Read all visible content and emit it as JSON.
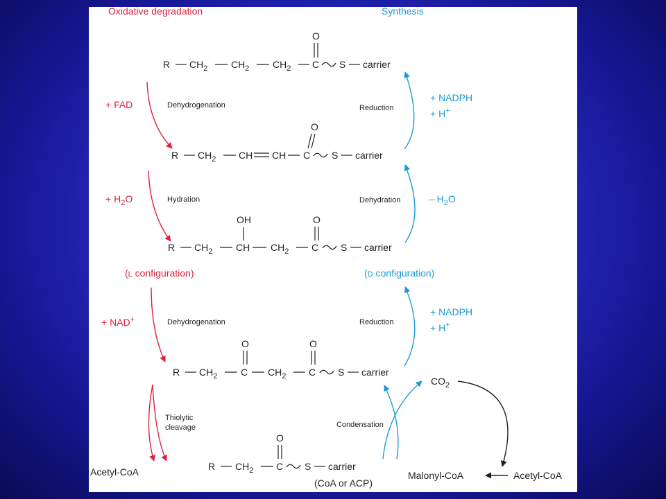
{
  "headers": {
    "oxidative": "Oxidative degradation",
    "synthesis": "Synthesis"
  },
  "colors": {
    "degradation": "#e0203c",
    "synthesis": "#1a9ad6",
    "neutral": "#231f20",
    "slide_background": "#2a2bc8",
    "panel": "#ffffff"
  },
  "atoms": {
    "R": "R",
    "CH": "CH",
    "C": "C",
    "O": "O",
    "S": "S",
    "OH": "OH",
    "carrier": "carrier",
    "sub2": "2"
  },
  "compounds": {
    "carrier_note": "(CoA or ACP)"
  },
  "configurations": {
    "left": {
      "open": "(",
      "small_cap": "L",
      "rest": " configuration)"
    },
    "right": {
      "open": "(",
      "small_cap": "D",
      "rest": " configuration)"
    }
  },
  "reagents": {
    "fad": "+ FAD",
    "h2o_plus": {
      "text": "+ H",
      "sub": "2",
      "tail": "O"
    },
    "nad": {
      "text": "+ NAD",
      "sup": "+"
    },
    "nadph_1": "+ NADPH",
    "hplus_1": {
      "text": "+ H",
      "sup": "+"
    },
    "h2o_minus": {
      "text": "– H",
      "sub": "2",
      "tail": "O"
    },
    "nadph_2": "+ NADPH",
    "hplus_2": {
      "text": "+ H",
      "sup": "+"
    },
    "co2": {
      "text": "CO",
      "sub": "2"
    },
    "acetyl_coa_left": "Acetyl-CoA",
    "acetyl_coa_right": "Acetyl-CoA",
    "malonyl_coa": "Malonyl-CoA"
  },
  "steps": {
    "dehydrogenation_1": "Dehydrogenation",
    "hydration": "Hydration",
    "dehydrogenation_2": "Dehydrogenation",
    "thiolytic": [
      "Thiolytic",
      "cleavage"
    ],
    "reduction_1": "Reduction",
    "dehydration": "Dehydration",
    "reduction_2": "Reduction",
    "condensation": "Condensation"
  }
}
